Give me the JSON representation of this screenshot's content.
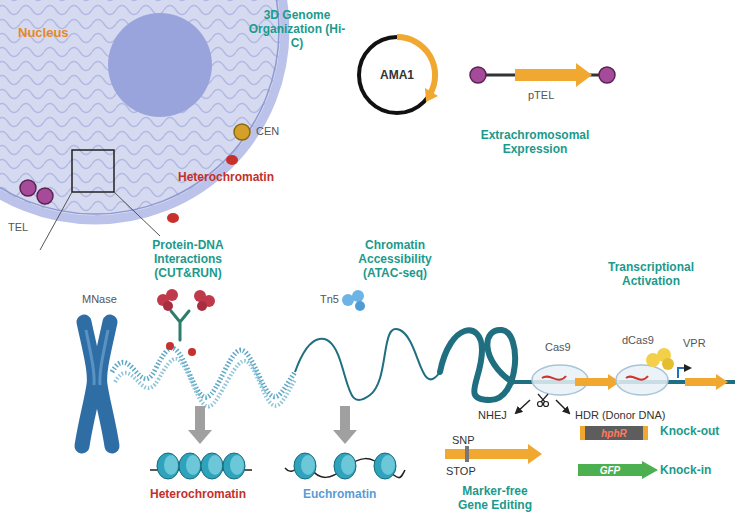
{
  "diagram": {
    "nodes": [
      {
        "text": [
          "Nucleus"
        ]
      },
      {
        "text": [
          "AMA1"
        ]
      },
      {
        "text": [
          "hphR"
        ]
      },
      {
        "text": [
          "GFP"
        ]
      }
    ],
    "labels": [
      "3D Genome Organization (Hi-C)",
      "CEN",
      "Heterochromatin",
      "TEL",
      "pTEL",
      "Extrachromosomal Expression",
      "Protein-DNA Interactions (CUT&RUN)",
      "MNase",
      "Chromatin Accessibility (ATAC-seq)",
      "Tn5",
      "Transcriptional Activation",
      "Cas9",
      "dCas9",
      "VPR",
      "NHEJ",
      "HDR (Donor DNA)",
      "SNP",
      "STOP",
      "Knock-out",
      "Knock-in",
      "Heterochromatin",
      "Euchromatin",
      "Marker-free Gene Editing"
    ]
  }
}
